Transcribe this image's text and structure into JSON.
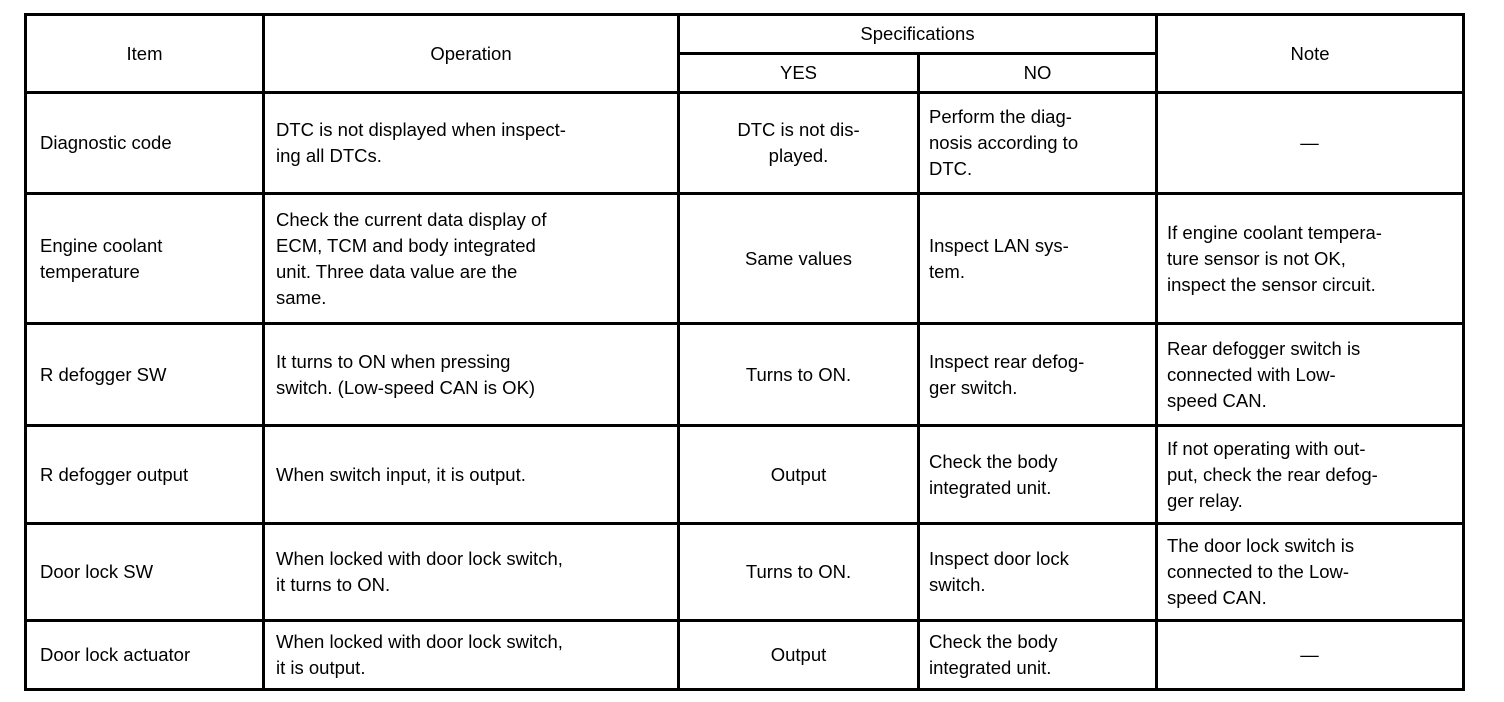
{
  "page": {
    "background_color": "#ffffff",
    "border_color": "#000000",
    "text_color": "#000000"
  },
  "table": {
    "headers": {
      "item": "Item",
      "operation": "Operation",
      "specifications": "Specifications",
      "yes": "YES",
      "no": "NO",
      "note": "Note"
    },
    "rows": [
      {
        "item": "Diagnostic code",
        "operation": "DTC is not displayed when inspect-\ning all DTCs.",
        "yes": "DTC is not dis-\nplayed.",
        "no": "Perform the diag-\nnosis according to\nDTC.",
        "note": "—"
      },
      {
        "item": "Engine coolant\ntemperature",
        "operation": "Check the current data display of\nECM, TCM and body integrated\nunit. Three data value are the\nsame.",
        "yes": "Same values",
        "no": "Inspect LAN sys-\ntem.",
        "note": "If engine coolant tempera-\nture sensor is not OK,\ninspect the sensor circuit."
      },
      {
        "item": "R defogger SW",
        "operation": "It turns to ON when pressing\nswitch. (Low-speed CAN is OK)",
        "yes": "Turns to ON.",
        "no": "Inspect rear defog-\nger switch.",
        "note": "Rear defogger switch is\nconnected with Low-\nspeed CAN."
      },
      {
        "item": "R defogger output",
        "operation": "When switch input, it is output.",
        "yes": "Output",
        "no": "Check the body\nintegrated unit.",
        "note": "If not operating with out-\nput, check the rear defog-\nger relay."
      },
      {
        "item": "Door lock SW",
        "operation": "When locked with door lock switch,\nit turns to ON.",
        "yes": "Turns to ON.",
        "no": "Inspect door lock\nswitch.",
        "note": "The door lock switch is\nconnected to the Low-\nspeed CAN."
      },
      {
        "item": "Door lock actuator",
        "operation": "When locked with door lock switch,\nit is output.",
        "yes": "Output",
        "no": "Check the body\nintegrated unit.",
        "note": "—"
      }
    ]
  }
}
